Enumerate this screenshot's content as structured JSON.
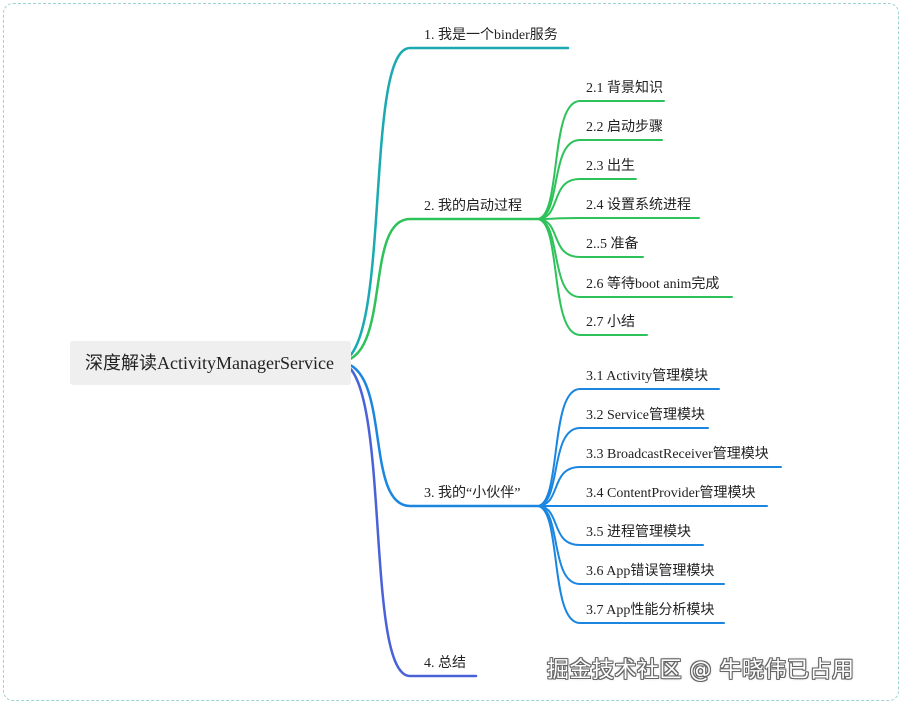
{
  "mindmap": {
    "root": "深度解读ActivityManagerService",
    "branches": [
      {
        "label": "1. 我是一个binder服务",
        "color": "#1aaab0",
        "children": []
      },
      {
        "label": "2. 我的启动过程",
        "color": "#2ec25a",
        "children": [
          "2.1 背景知识",
          "2.2 启动步骤",
          "2.3 出生",
          "2.4 设置系统进程",
          "2..5 准备",
          "2.6 等待boot anim完成",
          "2.7 小结"
        ]
      },
      {
        "label": "3. 我的“小伙伴”",
        "color": "#1a86e0",
        "children": [
          "3.1 Activity管理模块",
          "3.2 Service管理模块",
          "3.3 BroadcastReceiver管理模块",
          "3.4 ContentProvider管理模块",
          "3.5 进程管理模块",
          "3.6 App错误管理模块",
          "3.7 App性能分析模块"
        ]
      },
      {
        "label": "4. 总结",
        "color": "#4a62d8",
        "children": []
      }
    ]
  },
  "watermark": "掘金技术社区 @ 牛晓伟已占用"
}
